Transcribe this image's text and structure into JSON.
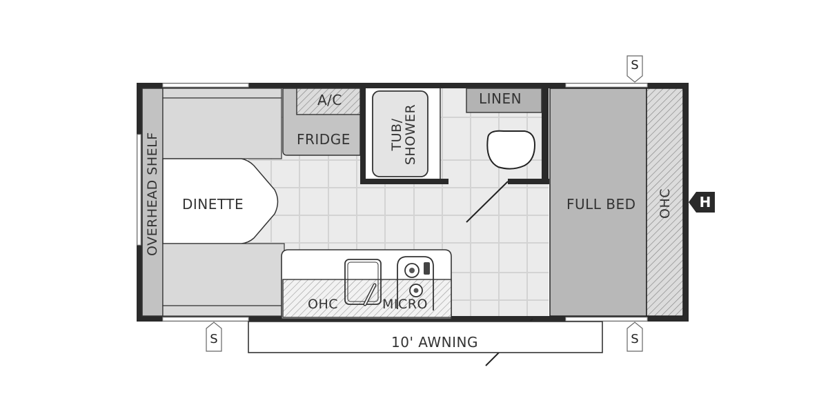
{
  "floorplan": {
    "rooms": {
      "overhead_shelf": "OVERHEAD SHELF",
      "dinette": "DINETTE",
      "ac": "A/C",
      "fridge": "FRIDGE",
      "tub_shower_line1": "TUB/",
      "tub_shower_line2": "SHOWER",
      "linen": "LINEN",
      "full_bed": "FULL BED",
      "ohc_front": "OHC",
      "ohc_kitchen": "OHC",
      "micro": "MICRO",
      "awning": "10' AWNING"
    },
    "markers": {
      "slide_top": "S",
      "slide_bottom_left": "S",
      "slide_bottom_right": "S",
      "hitch": "H"
    },
    "colors": {
      "wall": "#2a2a2a",
      "floor_tile": "#e9e9e9",
      "tile_line": "#d2d2d2",
      "furniture_light": "#d9d9d9",
      "furniture_mid": "#bdbdbd",
      "bed": "#b8b8b8",
      "linen": "#b3b3b3",
      "hatch_line": "#888888",
      "window": "#ffffff"
    }
  }
}
